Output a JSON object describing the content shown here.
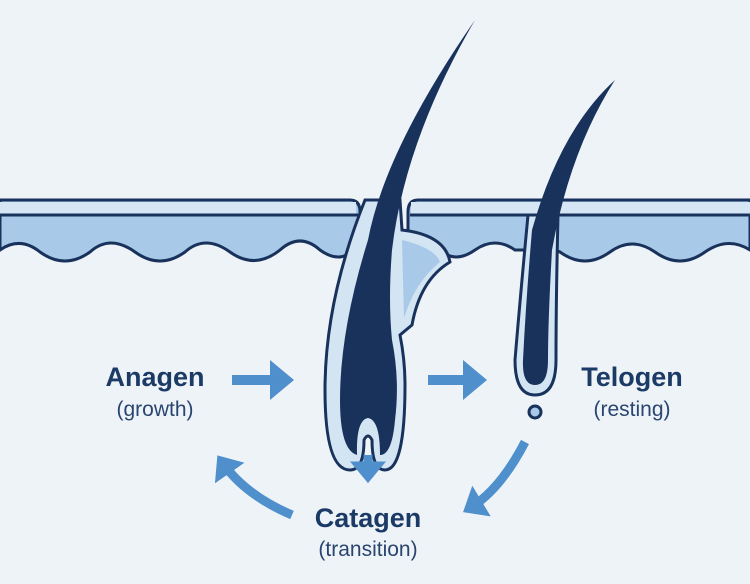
{
  "diagram": {
    "stages": [
      {
        "name": "Anagen",
        "description": "(growth)"
      },
      {
        "name": "Catagen",
        "description": "(transition)"
      },
      {
        "name": "Telogen",
        "description": "(resting)"
      }
    ],
    "colors": {
      "background": "#eef3f8",
      "outline": "#18325c",
      "skin": "#a9c9e8",
      "follicle": "#d3e4f3",
      "arrow": "#4f8fcc"
    }
  }
}
